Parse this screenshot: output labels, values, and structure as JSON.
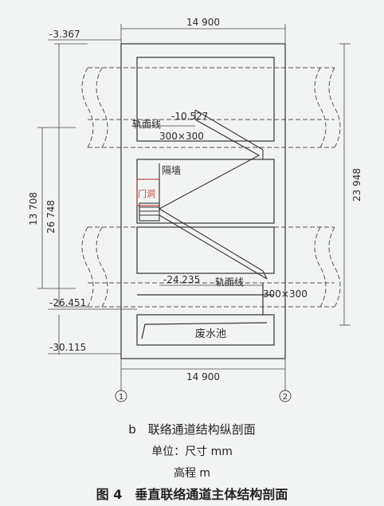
{
  "dimensions": {
    "top_width": "14 900",
    "bottom_width": "14 900",
    "right_height": "23 948",
    "left_height_outer": "26 748",
    "left_height_inner": "13 708"
  },
  "elevations": {
    "top": "-3.367",
    "rail_upper": "-10.527",
    "rail_lower": "-24.235",
    "level_1": "-26.451",
    "bottom": "-30.115"
  },
  "labels": {
    "rail_surface": "轨面线",
    "pipe_size_upper": "300×300",
    "pipe_size_lower": "300×300",
    "partition_wall": "隔墙",
    "door": "门洞",
    "waste_pool": "废水池"
  },
  "axes": {
    "left": "1",
    "right": "2"
  },
  "caption": {
    "subtitle": "b　联络通道结构纵剖面",
    "unit_size": "单位：尺寸 mm",
    "unit_elev": "高程 m",
    "figure": "图 4　垂直联络通道主体结构剖面"
  }
}
